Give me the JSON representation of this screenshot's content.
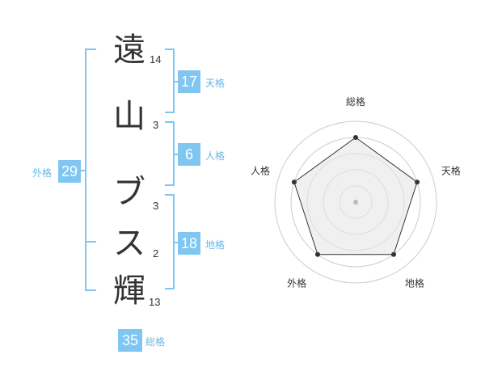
{
  "name": {
    "chars": [
      {
        "char": "遠",
        "strokes": "14"
      },
      {
        "char": "山",
        "strokes": "3"
      },
      {
        "char": "ブ",
        "strokes": "3"
      },
      {
        "char": "ス",
        "strokes": "2"
      },
      {
        "char": "輝",
        "strokes": "13"
      }
    ]
  },
  "kaku": {
    "tenkaku": {
      "value": "17",
      "label": "天格"
    },
    "jinkaku": {
      "value": "6",
      "label": "人格"
    },
    "chikaku": {
      "value": "18",
      "label": "地格"
    },
    "gaikaku": {
      "value": "29",
      "label": "外格"
    },
    "soukaku": {
      "value": "35",
      "label": "総格"
    }
  },
  "chart_data": {
    "type": "radar",
    "axes": [
      "総格",
      "天格",
      "地格",
      "外格",
      "人格"
    ],
    "values": [
      4,
      4,
      4,
      4,
      4
    ],
    "rmax": 5,
    "rings": 5,
    "colors": {
      "fill": "#e6e6e6",
      "line": "#333333",
      "point": "#333333",
      "grid": "#cccccc"
    }
  }
}
